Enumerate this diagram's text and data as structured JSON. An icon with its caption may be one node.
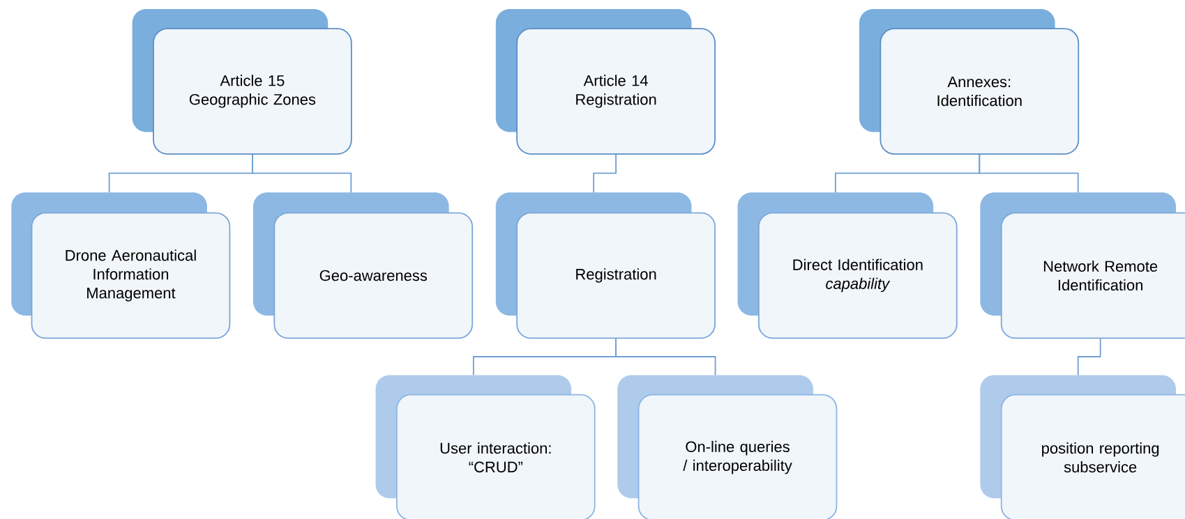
{
  "diagram": {
    "nodes": [
      {
        "text": [
          "Article 15",
          "Geographic Zones"
        ]
      },
      {
        "text": [
          "Article 14",
          "Registration"
        ]
      },
      {
        "text": [
          "Annexes:",
          "Identification"
        ]
      },
      {
        "text": [
          "Drone Aeronautical Information Management"
        ]
      },
      {
        "text": [
          "Geo-awareness"
        ]
      },
      {
        "text": [
          "Registration"
        ]
      },
      {
        "text": [
          "Direct Identification *capability*"
        ]
      },
      {
        "text": [
          "Network Remote Identification"
        ]
      },
      {
        "text": [
          "User interaction: “CRUD”"
        ]
      },
      {
        "text": [
          "On-line queries / interoperability"
        ]
      },
      {
        "text": [
          "position reporting subservice"
        ]
      }
    ],
    "edges": [
      {
        "from": 0,
        "to": 3,
        "arrow": "none"
      },
      {
        "from": 0,
        "to": 4,
        "arrow": "none"
      },
      {
        "from": 1,
        "to": 5,
        "arrow": "none"
      },
      {
        "from": 2,
        "to": 6,
        "arrow": "none"
      },
      {
        "from": 2,
        "to": 7,
        "arrow": "none"
      },
      {
        "from": 5,
        "to": 8,
        "arrow": "none"
      },
      {
        "from": 5,
        "to": 9,
        "arrow": "none"
      },
      {
        "from": 7,
        "to": 10,
        "arrow": "none"
      }
    ]
  }
}
